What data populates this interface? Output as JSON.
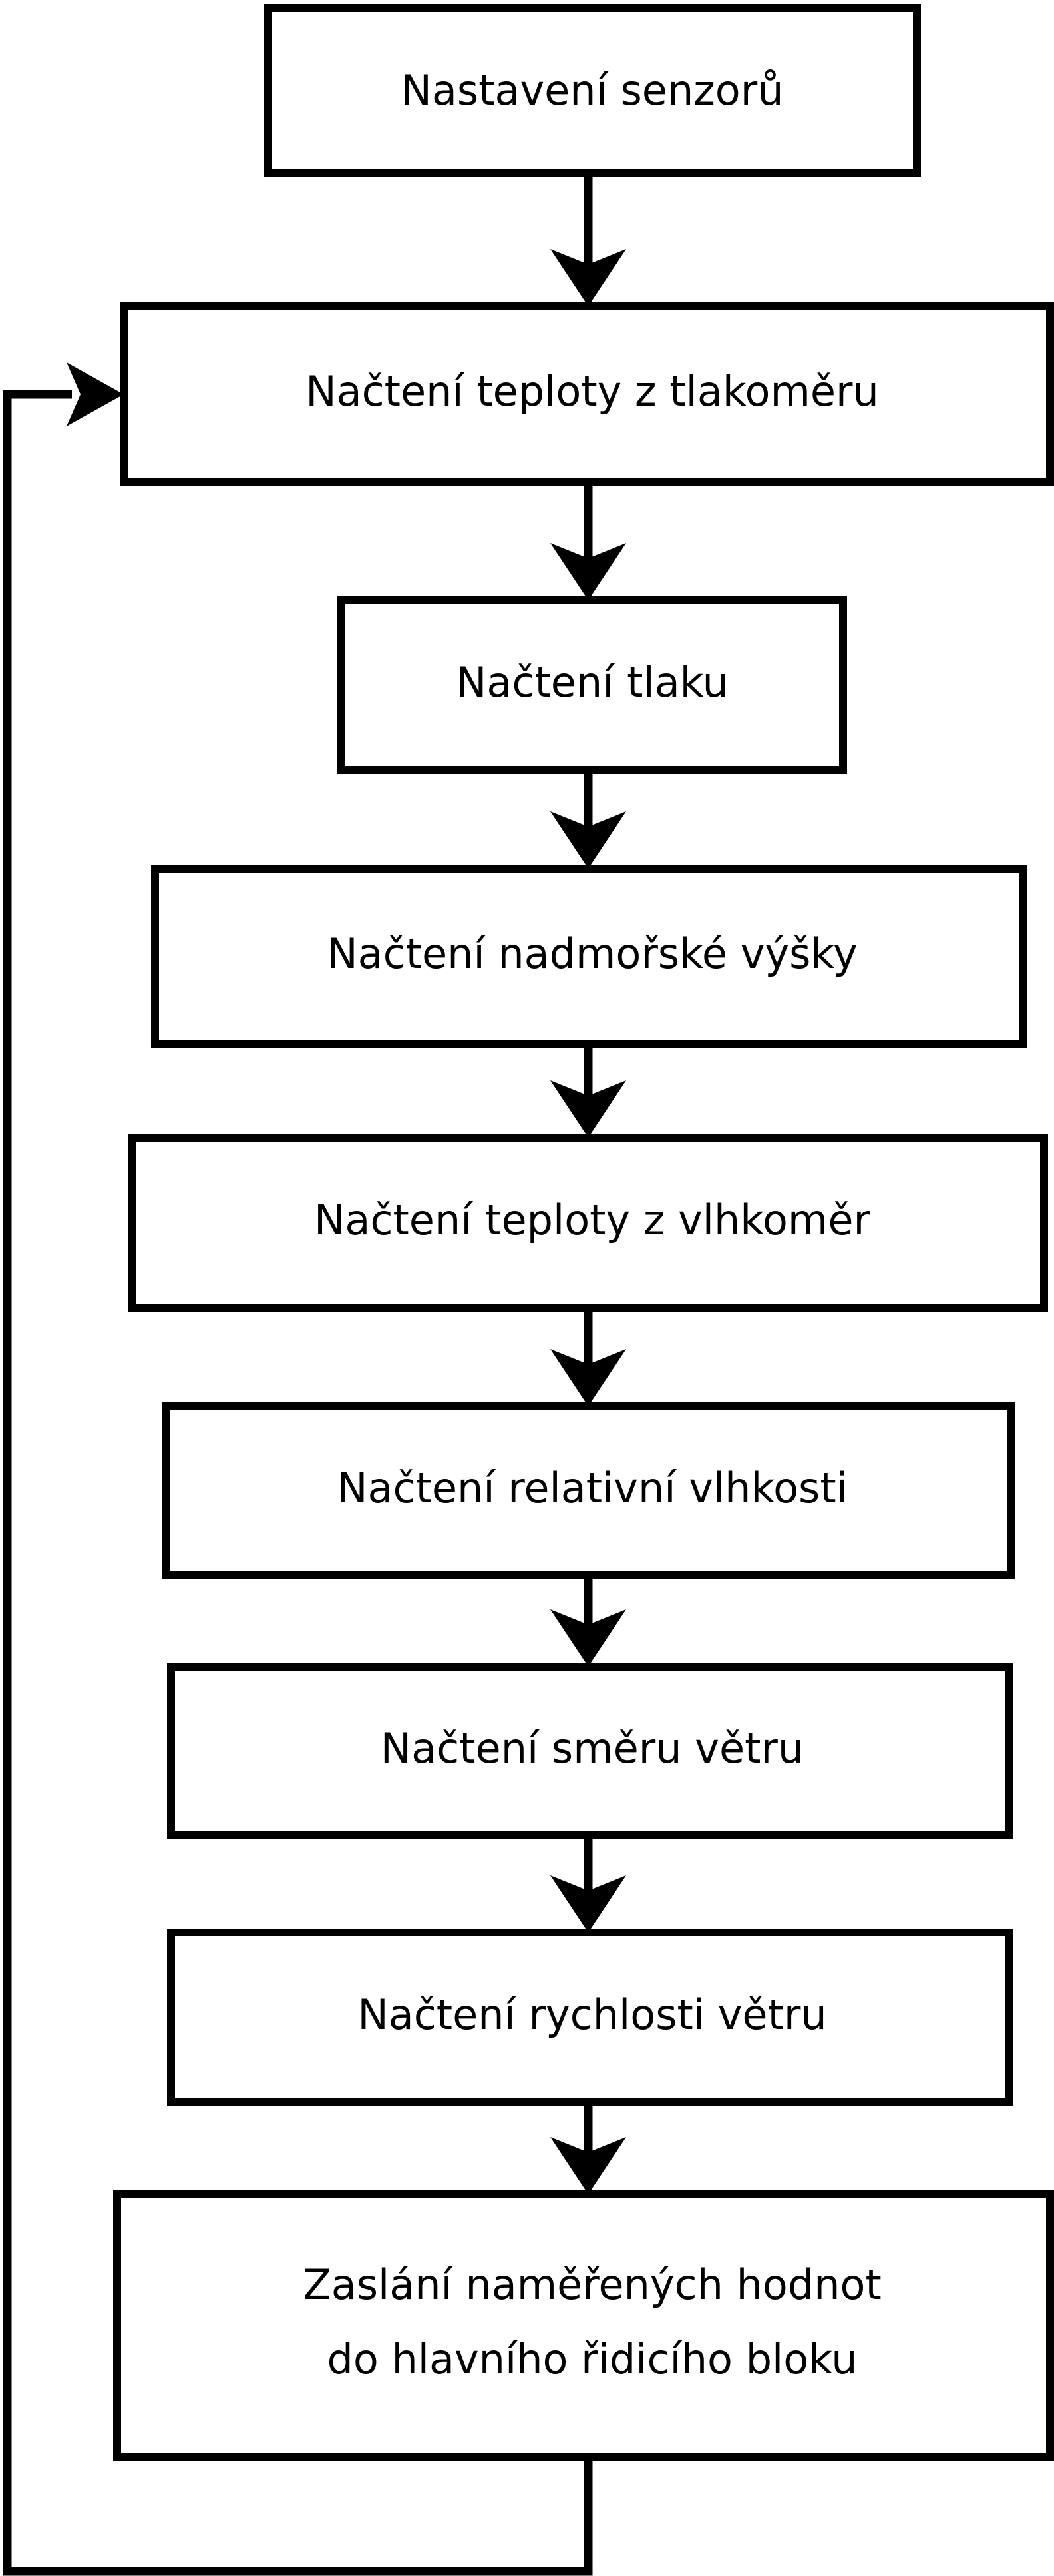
{
  "diagram": {
    "title": "Sensor reading loop flowchart",
    "language": "cs",
    "background_color": "#ffffff",
    "stroke_color": "#000000",
    "text_color": "#000000",
    "nodes": [
      {
        "id": "n1",
        "label": "Nastavení senzorů",
        "shape": "rectangle"
      },
      {
        "id": "n2",
        "label": "Načtení teploty z tlakoměru",
        "shape": "rectangle"
      },
      {
        "id": "n3",
        "label": "Načtení tlaku",
        "shape": "rectangle"
      },
      {
        "id": "n4",
        "label": "Načtení nadmořské výšky",
        "shape": "rectangle"
      },
      {
        "id": "n5",
        "label": "Načtení teploty z vlhkoměr",
        "shape": "rectangle"
      },
      {
        "id": "n6",
        "label": "Načtení relativní vlhkosti",
        "shape": "rectangle"
      },
      {
        "id": "n7",
        "label": "Načtení směru větru",
        "shape": "rectangle"
      },
      {
        "id": "n8",
        "label": "Načtení rychlosti větru",
        "shape": "rectangle"
      },
      {
        "id": "n9",
        "label_line1": "Zaslání naměřených hodnot",
        "label_line2": "do hlavního řidicího bloku",
        "shape": "rectangle"
      }
    ],
    "edges": [
      {
        "from": "n1",
        "to": "n2",
        "kind": "down-arrow"
      },
      {
        "from": "n2",
        "to": "n3",
        "kind": "down-arrow"
      },
      {
        "from": "n3",
        "to": "n4",
        "kind": "down-arrow"
      },
      {
        "from": "n4",
        "to": "n5",
        "kind": "down-arrow"
      },
      {
        "from": "n5",
        "to": "n6",
        "kind": "down-arrow"
      },
      {
        "from": "n6",
        "to": "n7",
        "kind": "down-arrow"
      },
      {
        "from": "n7",
        "to": "n8",
        "kind": "down-arrow"
      },
      {
        "from": "n8",
        "to": "n9",
        "kind": "down-arrow"
      },
      {
        "from": "n9",
        "to": "n2",
        "kind": "loop-back-left-arrow"
      }
    ]
  }
}
